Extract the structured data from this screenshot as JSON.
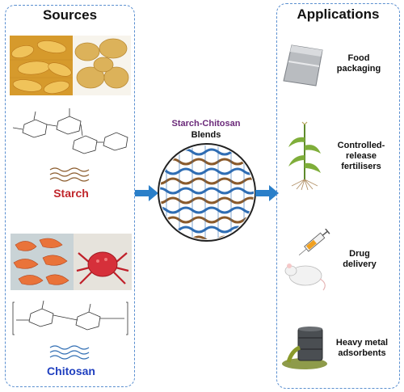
{
  "sources": {
    "title": "Sources",
    "starch_label": "Starch",
    "chitosan_label": "Chitosan"
  },
  "blend": {
    "line1": "Starch-Chitosan",
    "line2": "Blends"
  },
  "applications": {
    "title": "Applications",
    "items": [
      {
        "label": "Food packaging",
        "icon": "food-packaging-bag-icon"
      },
      {
        "label": "Controlled-release fertilisers",
        "icon": "corn-plant-icon"
      },
      {
        "label": "Drug delivery",
        "icon": "syringe-mouse-icon"
      },
      {
        "label": "Heavy metal adsorbents",
        "icon": "leaking-barrel-icon"
      }
    ]
  },
  "colors": {
    "panel_border": "#5a8fd0",
    "starch_text": "#c0262b",
    "chitosan_text": "#1f3fbf",
    "blend_title": "#6b2a7a",
    "arrow": "#2a7fc9",
    "brown_fiber": "#8a5a2b",
    "blue_fiber": "#2f6db3"
  }
}
